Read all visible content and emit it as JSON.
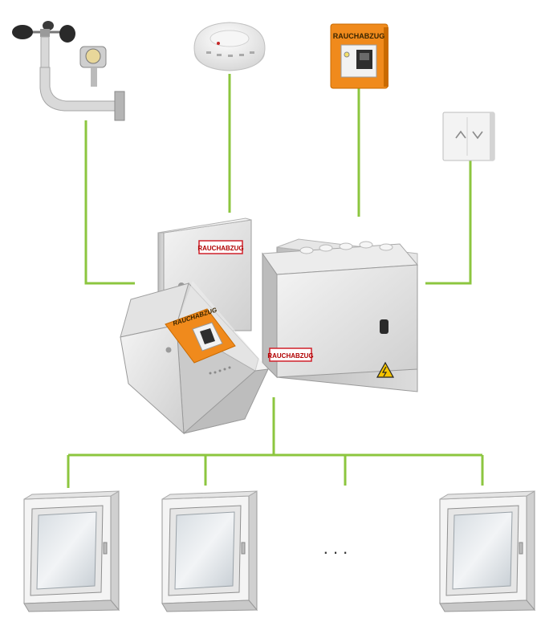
{
  "labels": {
    "smoke_vent_sign": "RAUCHABZUG"
  },
  "ellipsis": ". . .",
  "colors": {
    "connector": "#8cc63f",
    "cabinet_light": "#eeeeee",
    "cabinet_shade": "#c8c8c8",
    "panel_orange": "#f08a1c",
    "sign_red": "#d0202a",
    "warning_yellow": "#f5c400"
  },
  "components": [
    {
      "name": "weather-station",
      "icon": "anemometer-with-rain-sensor"
    },
    {
      "name": "smoke-detector",
      "icon": "ceiling-smoke-detector"
    },
    {
      "name": "manual-call-point",
      "icon": "orange-rauchabzug-button"
    },
    {
      "name": "vent-switch",
      "icon": "up-down-wall-switch"
    },
    {
      "name": "control-cabinets",
      "icon": "rwa-control-units"
    },
    {
      "name": "windows",
      "icon": "tilt-window"
    }
  ]
}
